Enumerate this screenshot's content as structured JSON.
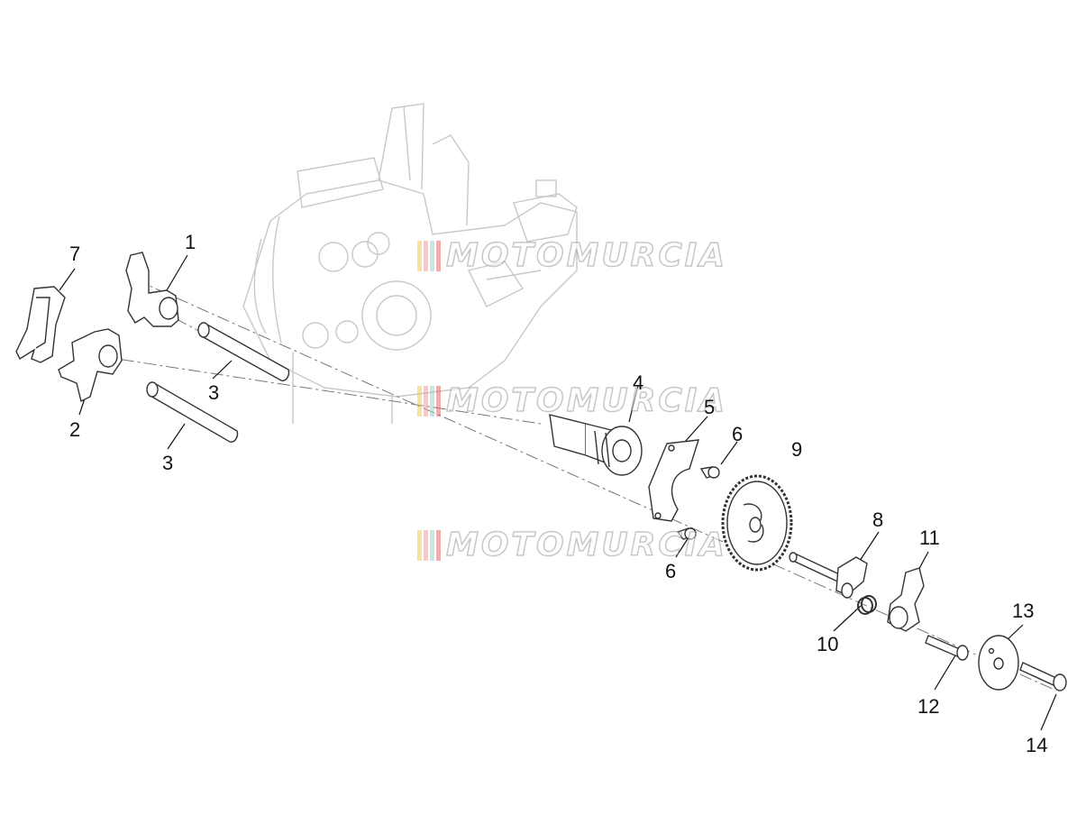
{
  "callouts": [
    {
      "id": "c1",
      "text": "1"
    },
    {
      "id": "c2",
      "text": "2"
    },
    {
      "id": "c3a",
      "text": "3"
    },
    {
      "id": "c3b",
      "text": "3"
    },
    {
      "id": "c4",
      "text": "4"
    },
    {
      "id": "c5",
      "text": "5"
    },
    {
      "id": "c6a",
      "text": "6"
    },
    {
      "id": "c6b",
      "text": "6"
    },
    {
      "id": "c7",
      "text": "7"
    },
    {
      "id": "c8",
      "text": "8"
    },
    {
      "id": "c9",
      "text": "9"
    },
    {
      "id": "c10",
      "text": "10"
    },
    {
      "id": "c11",
      "text": "11"
    },
    {
      "id": "c12",
      "text": "12"
    },
    {
      "id": "c13",
      "text": "13"
    },
    {
      "id": "c14",
      "text": "14"
    }
  ],
  "watermark": {
    "text": "MOTOMURCIA",
    "stripe_colors": [
      "#f2c94c",
      "#e8a0a0",
      "#9fd3c7",
      "#e26d6d"
    ]
  },
  "colors": {
    "line": "#333333",
    "ghost": "#c8c8c8",
    "fill": "#ffffff"
  }
}
